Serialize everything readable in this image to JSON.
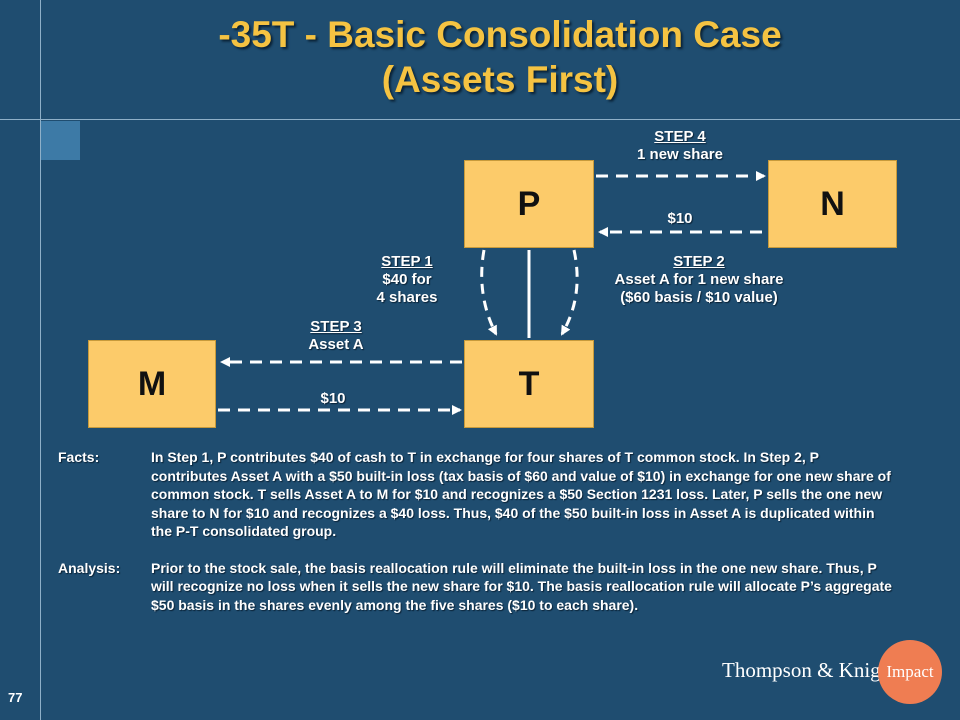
{
  "slide": {
    "title_line1": "-35T - Basic Consolidation Case",
    "title_line2": "(Assets First)",
    "page_number": "77"
  },
  "entities": {
    "p": "P",
    "n": "N",
    "m": "M",
    "t": "T"
  },
  "steps": {
    "step4": {
      "title": "STEP 4",
      "line1": "1 new share"
    },
    "p_from_n_amount": "$10",
    "step2": {
      "title": "STEP 2",
      "line1": "Asset A for 1 new share",
      "line2": "($60 basis / $10 value)"
    },
    "step1": {
      "title": "STEP 1",
      "line1": "$40 for",
      "line2": "4 shares"
    },
    "step3": {
      "title": "STEP 3",
      "line1": "Asset A"
    },
    "t_from_m_amount": "$10"
  },
  "text": {
    "facts_label": "Facts:",
    "facts_body": "In Step 1, P contributes $40 of cash to T in exchange for four shares of T common stock. In Step 2, P contributes Asset A with a $50 built-in loss (tax basis of $60 and value of $10) in exchange for one new share of common stock. T sells Asset A to M for $10 and recognizes a $50 Section 1231 loss. Later, P sells the one new share to N for $10 and recognizes a $40 loss. Thus, $40 of the $50 built-in loss in Asset A is duplicated within the P-T consolidated group.",
    "analysis_label": "Analysis:",
    "analysis_body": "Prior to the stock sale, the basis reallocation rule will eliminate the built-in loss in the one new share. Thus, P will recognize no loss when it sells the new share for $10. The basis reallocation rule will allocate P’s aggregate $50 basis in the shares evenly among the five shares ($10 to each share)."
  },
  "branding": {
    "firm_name": "Thompson & Knight",
    "badge": "Impact",
    "badge_color": "#ef7d52"
  },
  "colors": {
    "background": "#1f4d70",
    "title": "#f5c342",
    "entity_box": "#fccb6a"
  }
}
